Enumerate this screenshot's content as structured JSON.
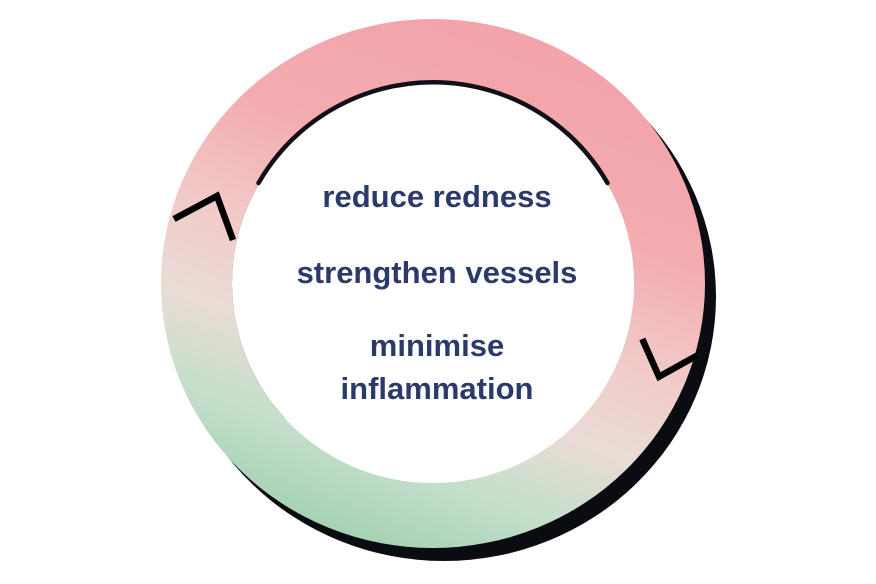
{
  "diagram": {
    "type": "cycle",
    "direction": "clockwise",
    "labels": [
      "reduce redness",
      "strengthen vessels",
      "minimise",
      "inflammation"
    ],
    "colors": {
      "ring_gradient": [
        "#F2A3A9",
        "#F3ACB1",
        "#F1CBC9",
        "#EADCD5",
        "#C4DFCB",
        "#A5D2B4"
      ],
      "text": "#2B3A6A",
      "shadow": "#0B0B12",
      "inner_shadow": "#101019",
      "chevron": "#000000",
      "inner_circle": "#FFFFFF",
      "background": "#FFFFFF"
    }
  }
}
